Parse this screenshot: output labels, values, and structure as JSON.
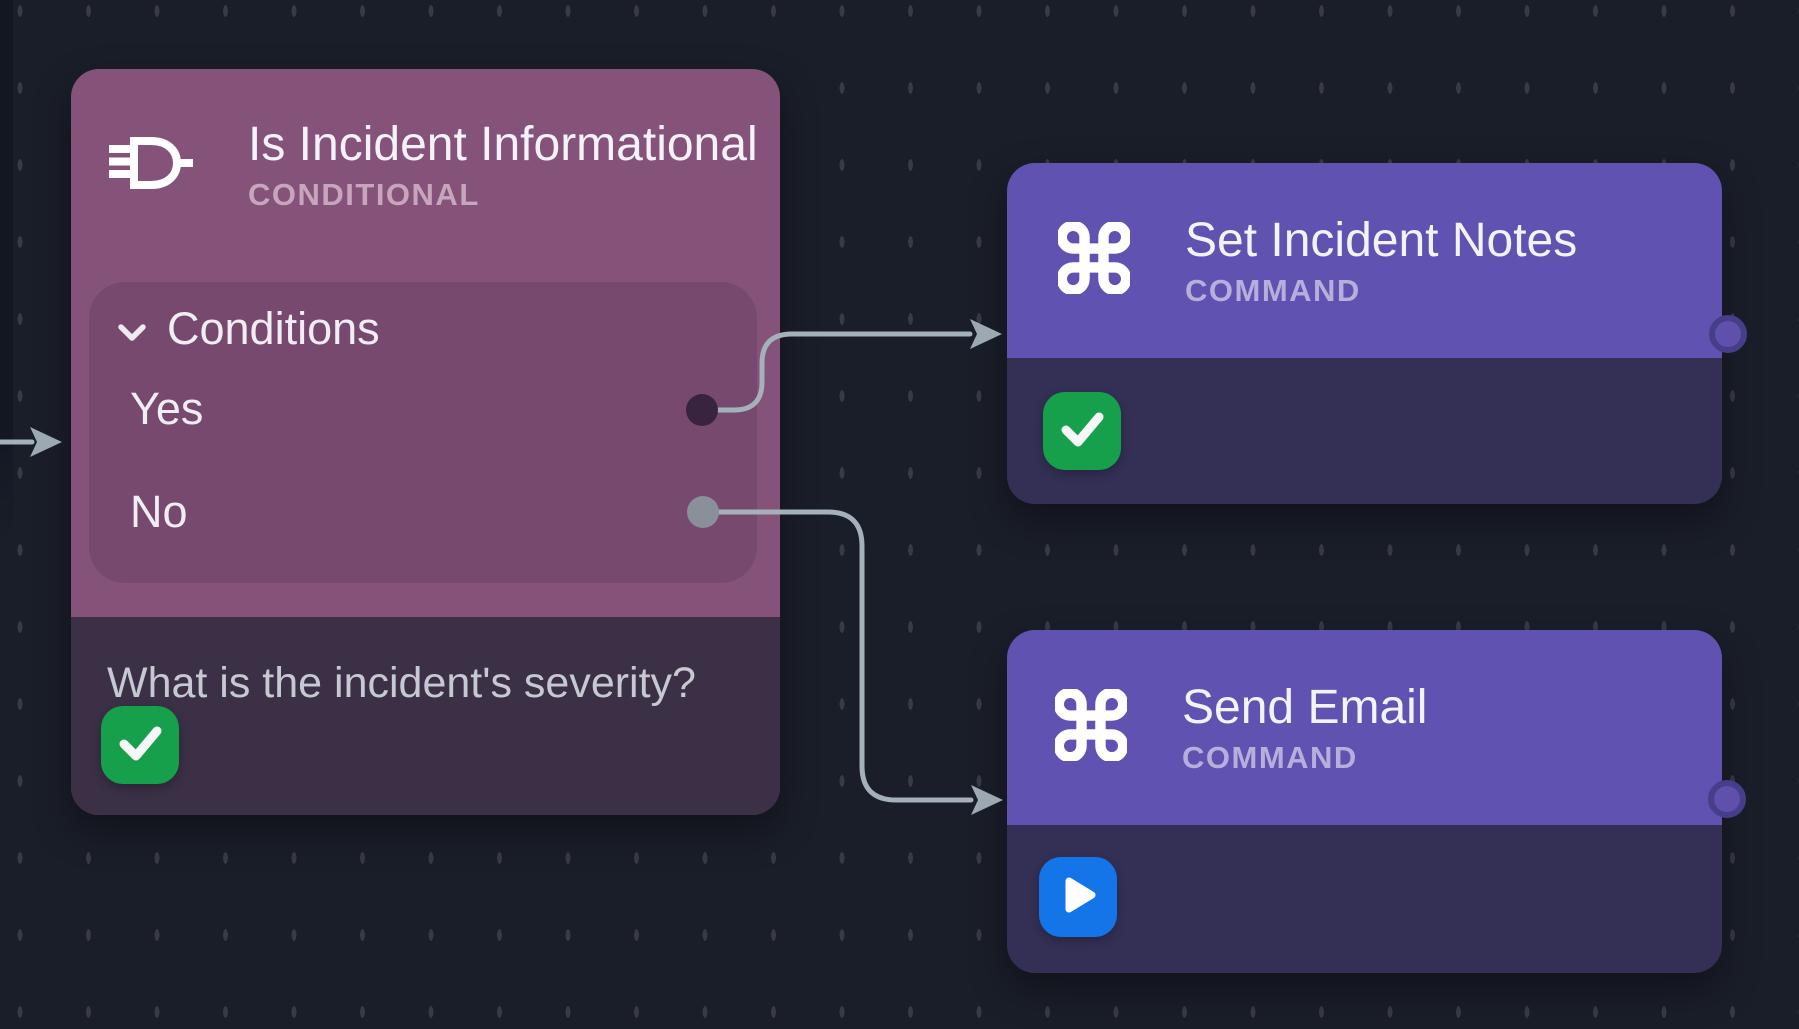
{
  "canvas": {
    "kind": "workflow-editor-canvas",
    "background": "#1A1E29"
  },
  "colors": {
    "canvas_bg": "#1A1E29",
    "conditional_header": "#85537A",
    "conditional_panel": "#78496E",
    "conditional_body": "#3B3046",
    "command_header": "#5F52B0",
    "command_body": "#343055",
    "edge": "#A4B1BB",
    "arrowhead": "#9CA9B3",
    "success_green": "#17A04C",
    "run_blue": "#1475E9",
    "output_port": "#5E50AB",
    "yes_port": "#38243E",
    "no_port": "#899099"
  },
  "nodes": {
    "conditional": {
      "title": "Is Incident Informational",
      "type_label": "CONDITIONAL",
      "icon": "logic-gate-icon",
      "conditions_label": "Conditions",
      "branches": [
        {
          "label": "Yes"
        },
        {
          "label": "No"
        }
      ],
      "description": "What is the incident's severity?",
      "status": "success",
      "status_icon": "check-icon"
    },
    "set_incident_notes": {
      "title": "Set Incident Notes",
      "type_label": "COMMAND",
      "icon": "command-icon",
      "status": "success",
      "status_icon": "check-icon"
    },
    "send_email": {
      "title": "Send Email",
      "type_label": "COMMAND",
      "icon": "command-icon",
      "status": "ready",
      "status_icon": "play-icon"
    }
  },
  "edges": [
    {
      "from": "offscreen-left",
      "to": "conditional"
    },
    {
      "from": "conditional.yes",
      "to": "set_incident_notes"
    },
    {
      "from": "conditional.no",
      "to": "send_email"
    }
  ]
}
